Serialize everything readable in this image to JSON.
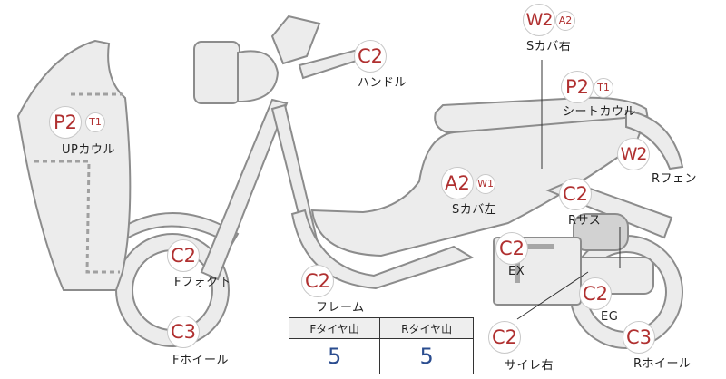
{
  "parts": [
    {
      "id": "handle",
      "label": "ハンドル",
      "grade": "C2",
      "sub": ""
    },
    {
      "id": "s-cover-right",
      "label": "Sカバ右",
      "grade": "W2",
      "sub": "A2"
    },
    {
      "id": "seat-cowl",
      "label": "シートカウル",
      "grade": "P2",
      "sub": "T1"
    },
    {
      "id": "up-cowl",
      "label": "UPカウル",
      "grade": "P2",
      "sub": "T1"
    },
    {
      "id": "r-fender",
      "label": "Rフェン",
      "grade": "W2",
      "sub": ""
    },
    {
      "id": "s-cover-left",
      "label": "Sカバ左",
      "grade": "A2",
      "sub": "W1"
    },
    {
      "id": "r-suspension",
      "label": "Rサス",
      "grade": "C2",
      "sub": ""
    },
    {
      "id": "f-fork-lower",
      "label": "Fフォク下",
      "grade": "C2",
      "sub": ""
    },
    {
      "id": "exhaust",
      "label": "EX",
      "grade": "C2",
      "sub": ""
    },
    {
      "id": "frame",
      "label": "フレーム",
      "grade": "C2",
      "sub": ""
    },
    {
      "id": "engine",
      "label": "EG",
      "grade": "C2",
      "sub": ""
    },
    {
      "id": "f-wheel",
      "label": "Fホイール",
      "grade": "C3",
      "sub": ""
    },
    {
      "id": "silencer-right",
      "label": "サイレ右",
      "grade": "C2",
      "sub": ""
    },
    {
      "id": "r-wheel",
      "label": "Rホイール",
      "grade": "C3",
      "sub": ""
    }
  ],
  "tire_table": {
    "headers": [
      "Fタイヤ山",
      "Rタイヤ山"
    ],
    "values": [
      "5",
      "5"
    ]
  },
  "colors": {
    "grade_text": "#b03030",
    "tire_value": "#2a4c8f",
    "body_fill": "#ececec",
    "outline": "#8c8c8c"
  }
}
